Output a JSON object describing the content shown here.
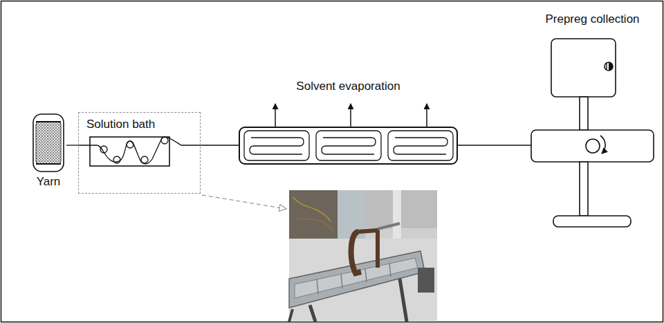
{
  "diagram": {
    "nodes": [
      {
        "text": [
          "Yarn"
        ]
      },
      {
        "text": [
          "Solution bath"
        ]
      },
      {
        "text": [
          "Solvent evaporation"
        ]
      },
      {
        "text": [
          "Prepreg collection"
        ]
      }
    ],
    "edges": [
      {
        "from": 0,
        "to": 1,
        "arrow": "none"
      },
      {
        "from": 1,
        "to": 2,
        "arrow": "none"
      },
      {
        "from": 2,
        "to": 3,
        "arrow": "none"
      }
    ]
  }
}
